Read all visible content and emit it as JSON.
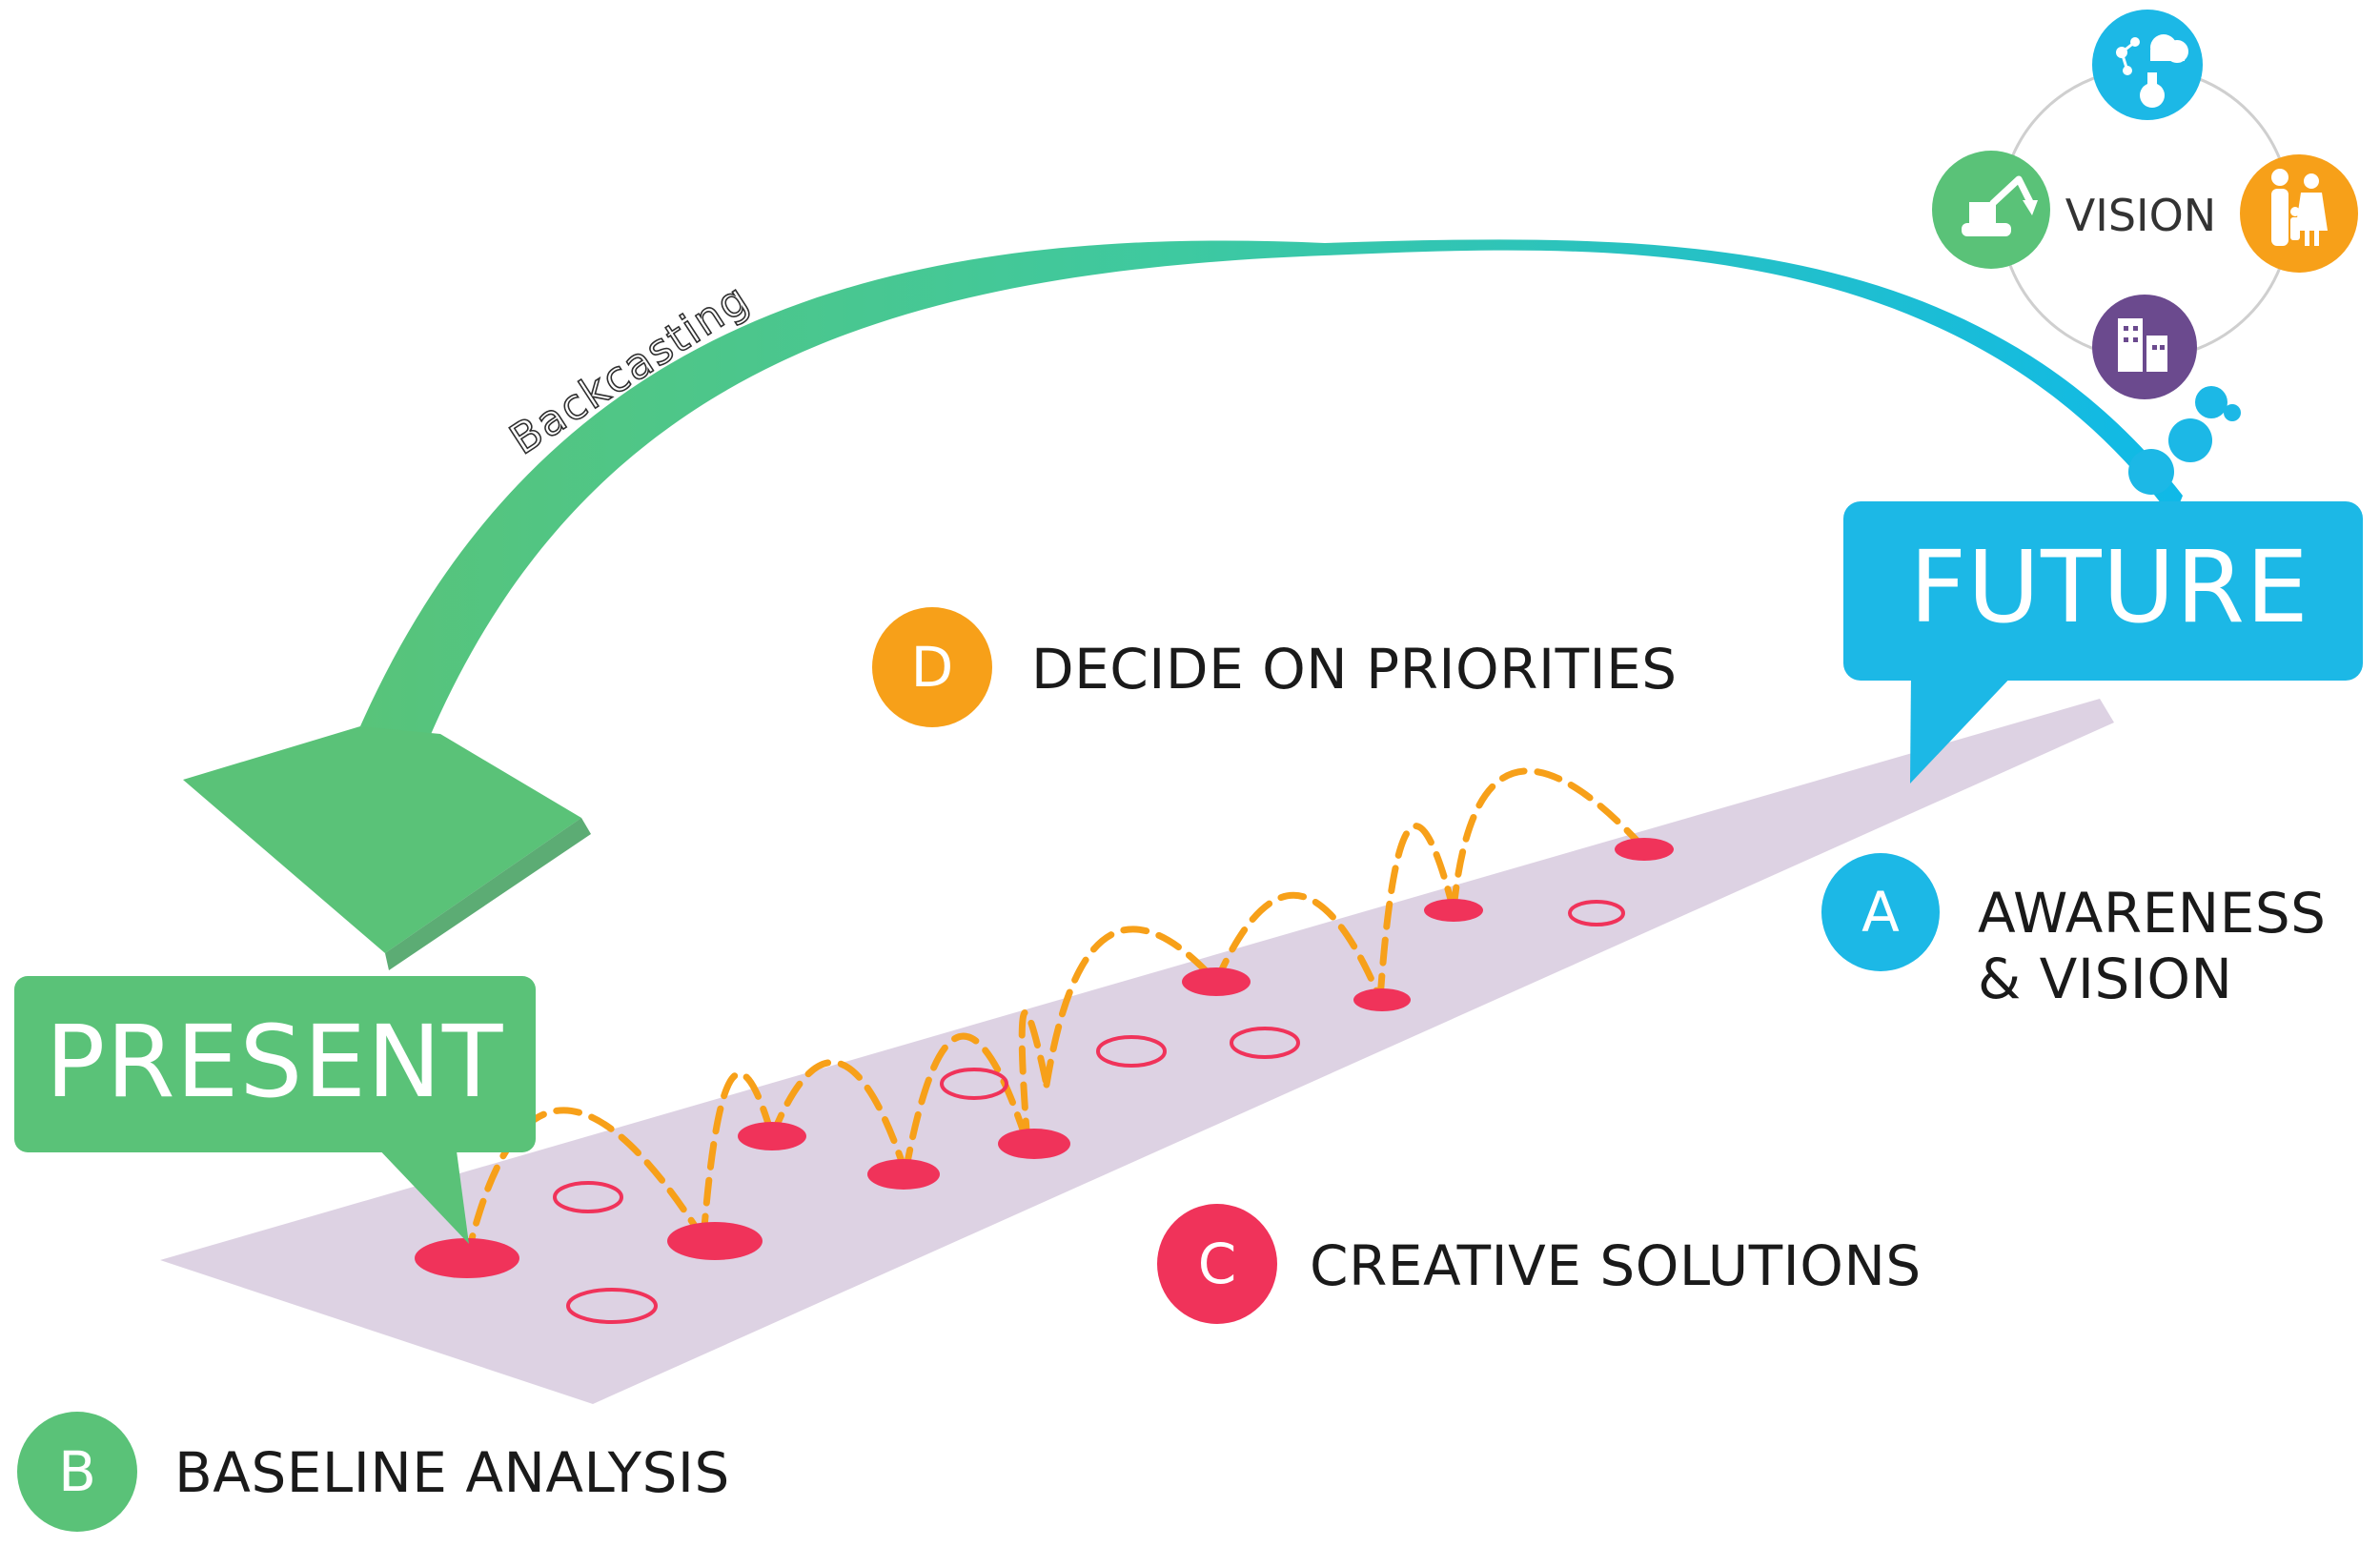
{
  "arc_label": "Backcasting",
  "present_label": "PRESENT",
  "future_label": "FUTURE",
  "vision_label": "VISION",
  "steps": [
    {
      "letter": "A",
      "line1": "AWARENESS",
      "line2": "& VISION",
      "color": "#1cb8e6"
    },
    {
      "letter": "B",
      "line1": "BASELINE ANALYSIS",
      "color": "#5ac278"
    },
    {
      "letter": "C",
      "line1": "CREATIVE SOLUTIONS",
      "color": "#f0335a"
    },
    {
      "letter": "D",
      "line1": "DECIDE ON PRIORITIES",
      "color": "#f7a019"
    }
  ],
  "vision_icons": [
    {
      "name": "science-icon",
      "color": "#1cb8e6"
    },
    {
      "name": "family-icon",
      "color": "#f7a019"
    },
    {
      "name": "buildings-icon",
      "color": "#6b4a8e"
    },
    {
      "name": "excavator-icon",
      "color": "#5ac278"
    }
  ],
  "colors": {
    "path": "#ddd2e3",
    "dashes": "#f7a019",
    "stepping_stone": "#f0335a",
    "present": "#5ac278",
    "future": "#1cb8e6"
  }
}
